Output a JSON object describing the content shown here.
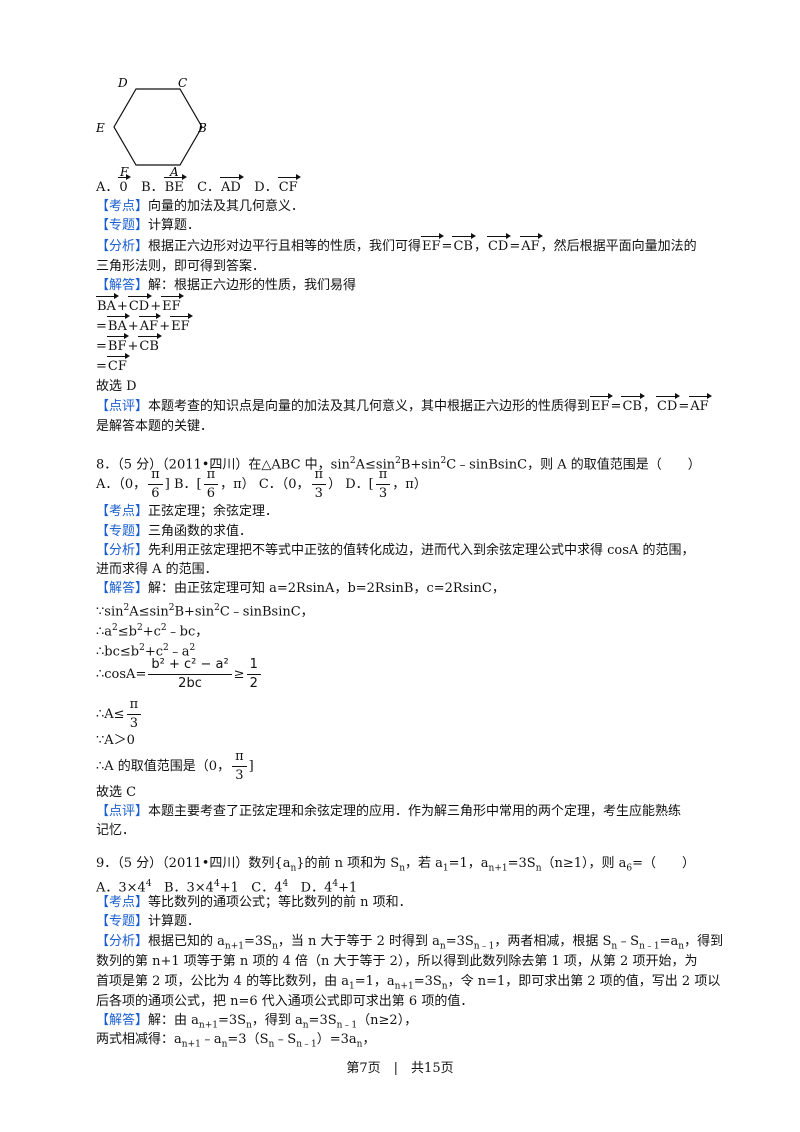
{
  "figure": {
    "labels": {
      "D": "D",
      "C": "C",
      "E": "E",
      "B": "B",
      "F": "F",
      "A": "A"
    }
  },
  "q7": {
    "options": {
      "a": "A．",
      "a_v": "0",
      "b": "B．",
      "b_v": "BE",
      "c": "C．",
      "c_v": "AD",
      "d": "D．",
      "d_v": "CF"
    },
    "kaodian_tag": "【考点】",
    "kaodian": "向量的加法及其几何意义．",
    "zhuanti_tag": "【专题】",
    "zhuanti": "计算题．",
    "fenxi_tag": "【分析】",
    "fenxi_1a": "根据正六边形对边平行且相等的性质，我们可得",
    "fenxi_1b": "，",
    "fenxi_1c": "，然后根据平面向量加法的",
    "fenxi_2": "三角形法则，即可得到答案．",
    "jieda_tag": "【解答】",
    "jieda": "解：根据正六边形的性质，我们易得",
    "v_BA": "BA",
    "v_CD": "CD",
    "v_EF": "EF",
    "v_AF": "AF",
    "v_BF": "BF",
    "v_CB": "CB",
    "v_CF": "CF",
    "plus": "+",
    "eq": "=",
    "guxuan": "故选 D",
    "dianping_tag": "【点评】",
    "dianping_1": "本题考查的知识点是向量的加法及其几何意义，其中根据正六边形的性质得到",
    "dianping_2": "是解答本题的关键．"
  },
  "q8": {
    "stem_a": "8．（5 分）（2011•四川）在△ABC 中，sin",
    "stem_b": "A≤sin",
    "stem_c": "B+sin",
    "stem_d": "C﹣sinBsinC，则 A 的取值范围是（　　）",
    "two": "2",
    "opt_a": "A．（0，",
    "opt_a2": "]",
    "opt_b": "B．[",
    "opt_b2": "，π）",
    "opt_c": "C．（0，",
    "opt_c2": "）",
    "opt_d": "D．[",
    "opt_d2": "，π）",
    "pi": "π",
    "six": "6",
    "three": "3",
    "kaodian_tag": "【考点】",
    "kaodian": "正弦定理；余弦定理．",
    "zhuanti_tag": "【专题】",
    "zhuanti": "三角函数的求值．",
    "fenxi_tag": "【分析】",
    "fenxi_1": "先利用正弦定理把不等式中正弦的值转化成边，进而代入到余弦定理公式中求得 cosA 的范围，",
    "fenxi_2": "进而求得 A 的范围．",
    "jieda_tag": "【解答】",
    "jieda": "解：由正弦定理可知 a=2RsinA，b=2RsinB，c=2RsinC，",
    "l1a": "∵sin",
    "l1b": "A≤sin",
    "l1c": "B+sin",
    "l1d": "C﹣sinBsinC，",
    "l2a": "∴a",
    "l2b": "≤b",
    "l2c": "+c",
    "l2d": "﹣bc，",
    "l3a": "∴bc≤b",
    "l3b": "+c",
    "l3c": "﹣a",
    "cos_pre": "∴cosA=",
    "cos_num": "b² + c² − a²",
    "cos_den": "2bc",
    "ge": "≥",
    "one": "1",
    "a_le": "∴A≤",
    "a_gt": "∵A＞0",
    "range_a": "∴A 的取值范围是（0，",
    "range_b": "]",
    "guxuan": "故选 C",
    "dianping_tag": "【点评】",
    "dianping_1": "本题主要考查了正弦定理和余弦定理的应用．作为解三角形中常用的两个定理，考生应能熟练",
    "dianping_2": "记忆．"
  },
  "q9": {
    "stem": "9．（5 分）（2011•四川）数列{a",
    "stem_2": "}的前 n 项和为 S",
    "stem_3": "，若 a",
    "stem_4": "=1，a",
    "stem_5": "=3S",
    "stem_6": "（n≥1），则 a",
    "stem_7": "=（　　）",
    "n": "n",
    "s1": "1",
    "np1": "n+1",
    "s6": "6",
    "nm1": "n﹣1",
    "four": "4",
    "opts_a": "A．3×4",
    "opts_b": "B．3×4",
    "opts_b2": "+1",
    "opts_c": "C．4",
    "opts_d": "D．4",
    "opts_d2": "+1",
    "kaodian_tag": "【考点】",
    "kaodian": "等比数列的通项公式；等比数列的前 n 项和．",
    "zhuanti_tag": "【专题】",
    "zhuanti": "计算题．",
    "fenxi_tag": "【分析】",
    "f1a": "根据已知的 a",
    "f1b": "=3S",
    "f1c": "，当 n 大于等于 2 时得到 a",
    "f1d": "=3S",
    "f1e": "，两者相减，根据 S",
    "f1f": "﹣S",
    "f1g": "=a",
    "f1h": "，得到",
    "f2": "数列的第 n+1 项等于第 n 项的 4 倍（n 大于等于 2），所以得到此数列除去第 1 项，从第 2 项开始，为",
    "f3a": "首项是第 2 项，公比为 4 的等比数列，由 a",
    "f3b": "=1，a",
    "f3c": "=3S",
    "f3d": "，令 n=1，即可求出第 2 项的值，写出 2 项以",
    "f4": "后各项的通项公式，把 n=6 代入通项公式即可求出第 6 项的值．",
    "jieda_tag": "【解答】",
    "j1a": "解：由 a",
    "j1b": "=3S",
    "j1c": "，得到 a",
    "j1d": "=3S",
    "j1e": "（n≥2），",
    "j2a": "两式相减得：a",
    "j2b": "﹣a",
    "j2c": "=3（S",
    "j2d": "﹣S",
    "j2e": "）=3a",
    "j2f": "，"
  },
  "footer": "第7页　|　共15页"
}
